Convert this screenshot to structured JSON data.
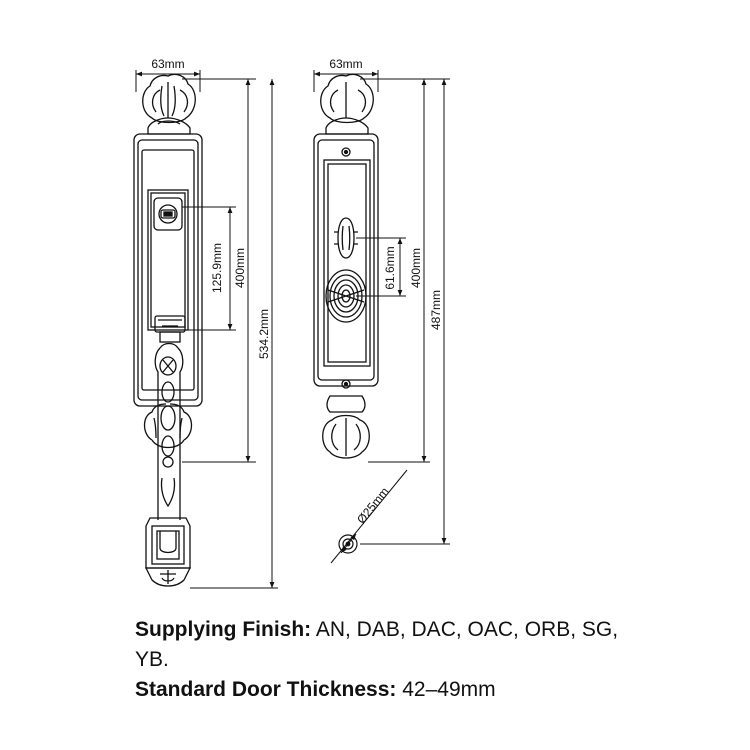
{
  "dimensions": {
    "front_width": "63mm",
    "back_width": "63mm",
    "front_hole_spacing": "125.9mm",
    "front_plate_height": "400mm",
    "front_overall_height": "534.2mm",
    "back_hole_spacing": "61.6mm",
    "back_plate_height": "400mm",
    "back_overall_height": "487mm",
    "cylinder_diameter": "Ø25mm"
  },
  "specs": {
    "finish_label": "Supplying Finish:",
    "finish_value_line1": " AN, DAB, DAC, OAC, ORB, SG,",
    "finish_value_line2": "YB.",
    "thickness_label": "Standard Door Thickness:",
    "thickness_value": " 42–49mm"
  },
  "colors": {
    "line": "#111111",
    "background": "#ffffff"
  }
}
